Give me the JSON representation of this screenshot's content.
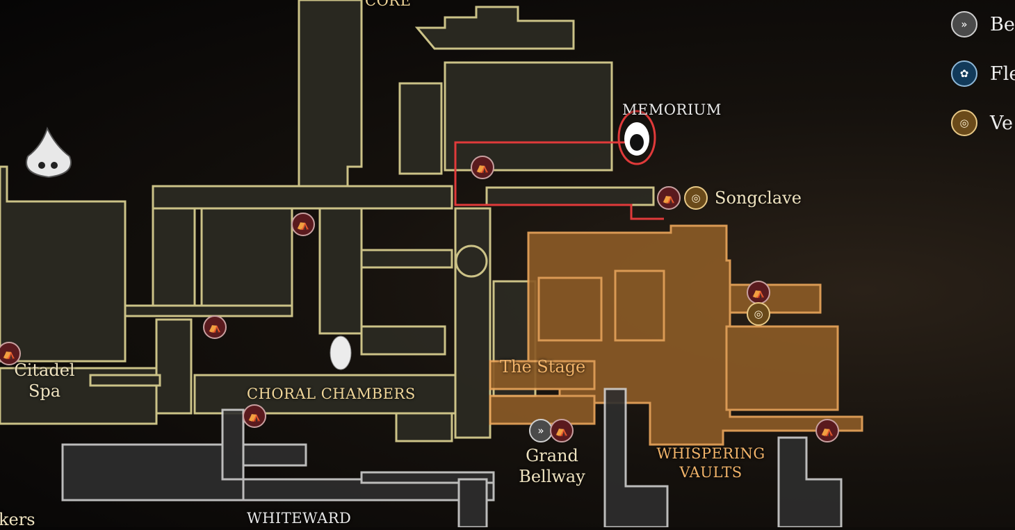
{
  "legend": [
    {
      "label": "Bel",
      "icon": "bellway-icon"
    },
    {
      "label": "Fle",
      "icon": "flea-icon"
    },
    {
      "label": "Ve",
      "icon": "vendor-icon"
    }
  ],
  "areas": {
    "core": "CORE",
    "memorium": "MEMORIUM",
    "songclave": "Songclave",
    "citadel_spa_1": "Citadel",
    "citadel_spa_2": "Spa",
    "choral_chambers": "CHORAL CHAMBERS",
    "the_stage": "The Stage",
    "grand_bellway_1": "Grand",
    "grand_bellway_2": "Bellway",
    "whispering_vaults_1": "WHISPERING",
    "whispering_vaults_2": "VAULTS",
    "whiteward": "WHITEWARD",
    "partial_left": "kers"
  },
  "icons": {
    "bench": "⛺",
    "vendor": "◎",
    "bellway": "»",
    "flea": "✿"
  },
  "colors": {
    "citadel": "#d6cc8e",
    "vaults": "#e39a48",
    "whiteward": "#c9c9c9",
    "route": "#e03a3a"
  }
}
